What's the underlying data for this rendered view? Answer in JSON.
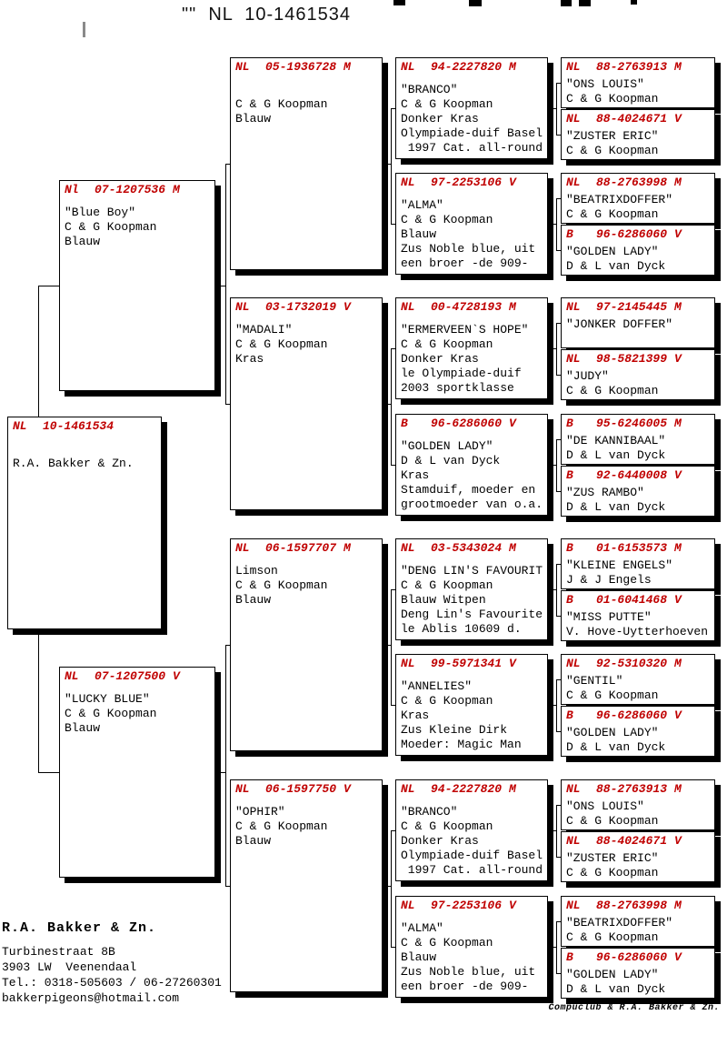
{
  "title": "\"\"  NL  10-1461534",
  "colors": {
    "accent_red": "#c00000",
    "line_black": "#000000",
    "paper": "#ffffff"
  },
  "pedigree": {
    "boxes": [
      {
        "slot": "g1-1",
        "country": "NL",
        "ring": "10-1461534",
        "sex": "",
        "lines": [
          "",
          "R.A. Bakker & Zn."
        ]
      },
      {
        "slot": "g2-1",
        "country": "Nl",
        "ring": "07-1207536",
        "sex": "M",
        "lines": [
          "\"Blue Boy\"",
          "C & G Koopman",
          "Blauw"
        ]
      },
      {
        "slot": "g2-2",
        "country": "NL",
        "ring": "07-1207500",
        "sex": "V",
        "lines": [
          "\"LUCKY BLUE\"",
          "C & G Koopman",
          "Blauw"
        ]
      },
      {
        "slot": "g3-1",
        "country": "NL",
        "ring": "05-1936728",
        "sex": "M",
        "lines": [
          "",
          "C & G Koopman",
          "Blauw"
        ]
      },
      {
        "slot": "g3-2",
        "country": "NL",
        "ring": "03-1732019",
        "sex": "V",
        "lines": [
          "\"MADALI\"",
          "C & G Koopman",
          "Kras"
        ]
      },
      {
        "slot": "g3-3",
        "country": "NL",
        "ring": "06-1597707",
        "sex": "M",
        "lines": [
          "Limson",
          "C & G Koopman",
          "Blauw"
        ]
      },
      {
        "slot": "g3-4",
        "country": "NL",
        "ring": "06-1597750",
        "sex": "V",
        "lines": [
          "\"OPHIR\"",
          "C & G Koopman",
          "Blauw"
        ]
      },
      {
        "slot": "g4-1",
        "country": "NL",
        "ring": "94-2227820",
        "sex": "M",
        "lines": [
          "\"BRANCO\"",
          "C & G Koopman",
          "Donker Kras",
          "Olympiade-duif Basel",
          " 1997 Cat. all-round"
        ]
      },
      {
        "slot": "g4-2",
        "country": "NL",
        "ring": "97-2253106",
        "sex": "V",
        "lines": [
          "\"ALMA\"",
          "C & G Koopman",
          "Blauw",
          "Zus Noble blue, uit",
          "een broer -de 909-"
        ]
      },
      {
        "slot": "g4-3",
        "country": "NL",
        "ring": "00-4728193",
        "sex": "M",
        "lines": [
          "\"ERMERVEEN`S HOPE\"",
          "C & G Koopman",
          "Donker Kras",
          "le Olympiade-duif",
          "2003 sportklasse"
        ]
      },
      {
        "slot": "g4-4",
        "country": "B",
        "ring": "96-6286060",
        "sex": "V",
        "lines": [
          "\"GOLDEN LADY\"",
          "D & L van Dyck",
          "Kras",
          "Stamduif, moeder en",
          "grootmoeder van o.a."
        ]
      },
      {
        "slot": "g4-5",
        "country": "NL",
        "ring": "03-5343024",
        "sex": "M",
        "lines": [
          "\"DENG LIN'S FAVOURIT",
          "C & G Koopman",
          "Blauw Witpen",
          "Deng Lin's Favourite",
          "le Ablis 10609 d."
        ]
      },
      {
        "slot": "g4-6",
        "country": "NL",
        "ring": "99-5971341",
        "sex": "V",
        "lines": [
          "\"ANNELIES\"",
          "C & G Koopman",
          "Kras",
          "Zus Kleine Dirk",
          "Moeder: Magic Man"
        ]
      },
      {
        "slot": "g4-7",
        "country": "NL",
        "ring": "94-2227820",
        "sex": "M",
        "lines": [
          "\"BRANCO\"",
          "C & G Koopman",
          "Donker Kras",
          "Olympiade-duif Basel",
          " 1997 Cat. all-round"
        ]
      },
      {
        "slot": "g4-8",
        "country": "NL",
        "ring": "97-2253106",
        "sex": "V",
        "lines": [
          "\"ALMA\"",
          "C & G Koopman",
          "Blauw",
          "Zus Noble blue, uit",
          "een broer -de 909-"
        ]
      },
      {
        "slot": "g5-1",
        "country": "NL",
        "ring": "88-2763913",
        "sex": "M",
        "lines": [
          "\"ONS LOUIS\"",
          "C & G Koopman"
        ]
      },
      {
        "slot": "g5-2",
        "country": "NL",
        "ring": "88-4024671",
        "sex": "V",
        "lines": [
          "\"ZUSTER ERIC\"",
          "C & G Koopman"
        ]
      },
      {
        "slot": "g5-3",
        "country": "NL",
        "ring": "88-2763998",
        "sex": "M",
        "lines": [
          "\"BEATRIXDOFFER\"",
          "C & G Koopman"
        ]
      },
      {
        "slot": "g5-4",
        "country": "B",
        "ring": "96-6286060",
        "sex": "V",
        "lines": [
          "\"GOLDEN LADY\"",
          "D & L van Dyck"
        ]
      },
      {
        "slot": "g5-5",
        "country": "NL",
        "ring": "97-2145445",
        "sex": "M",
        "lines": [
          "\"JONKER DOFFER\"",
          ""
        ]
      },
      {
        "slot": "g5-6",
        "country": "NL",
        "ring": "98-5821399",
        "sex": "V",
        "lines": [
          "\"JUDY\"",
          "C & G Koopman"
        ]
      },
      {
        "slot": "g5-7",
        "country": "B",
        "ring": "95-6246005",
        "sex": "M",
        "lines": [
          "\"DE KANNIBAAL\"",
          "D & L van Dyck"
        ]
      },
      {
        "slot": "g5-8",
        "country": "B",
        "ring": "92-6440008",
        "sex": "V",
        "lines": [
          "\"ZUS RAMBO\"",
          "D & L van Dyck"
        ]
      },
      {
        "slot": "g5-9",
        "country": "B",
        "ring": "01-6153573",
        "sex": "M",
        "lines": [
          "\"KLEINE ENGELS\"",
          "J & J Engels"
        ]
      },
      {
        "slot": "g5-10",
        "country": "B",
        "ring": "01-6041468",
        "sex": "V",
        "lines": [
          "\"MISS PUTTE\"",
          "V. Hove-Uytterhoeven"
        ]
      },
      {
        "slot": "g5-11",
        "country": "NL",
        "ring": "92-5310320",
        "sex": "M",
        "lines": [
          "\"GENTIL\"",
          "C & G Koopman"
        ]
      },
      {
        "slot": "g5-12",
        "country": "B",
        "ring": "96-6286060",
        "sex": "V",
        "lines": [
          "\"GOLDEN LADY\"",
          "D & L van Dyck"
        ]
      },
      {
        "slot": "g5-13",
        "country": "NL",
        "ring": "88-2763913",
        "sex": "M",
        "lines": [
          "\"ONS LOUIS\"",
          "C & G Koopman"
        ]
      },
      {
        "slot": "g5-14",
        "country": "NL",
        "ring": "88-4024671",
        "sex": "V",
        "lines": [
          "\"ZUSTER ERIC\"",
          "C & G Koopman"
        ]
      },
      {
        "slot": "g5-15",
        "country": "NL",
        "ring": "88-2763998",
        "sex": "M",
        "lines": [
          "\"BEATRIXDOFFER\"",
          "C & G Koopman"
        ]
      },
      {
        "slot": "g5-16",
        "country": "B",
        "ring": "96-6286060",
        "sex": "V",
        "lines": [
          "\"GOLDEN LADY\"",
          "D & L van Dyck"
        ]
      }
    ]
  },
  "owner_block": {
    "name": "R.A. Bakker & Zn.",
    "address_lines": [
      "Turbinestraat 8B",
      "3903 LW  Veenendaal",
      "Tel.: 0318-505603 / 06-27260301",
      "bakkerpigeons@hotmail.com"
    ]
  },
  "footer": {
    "credit": "Compuclub & R.A. Bakker & Zn."
  }
}
